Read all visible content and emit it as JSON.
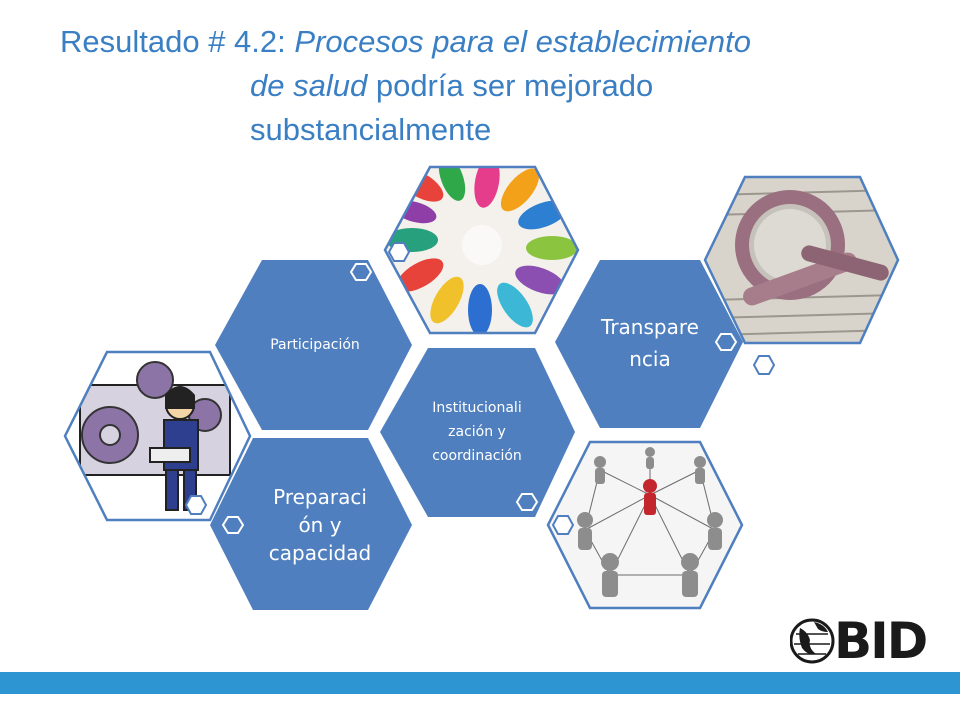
{
  "title": {
    "prefix": "Resultado # 4.2: ",
    "italic1": "Procesos para el establecimiento",
    "italic2": "de salud",
    "rest": " podría ser  mejorado",
    "line3": "substancialmente"
  },
  "hexagons": {
    "participacion": "Participación",
    "preparacion_1": "Preparaci",
    "preparacion_2": "ón y",
    "preparacion_3": "capacidad",
    "institucional_1": "Institucionali",
    "institucional_2": "zación y",
    "institucional_3": "coordinación",
    "transparencia_1": "Transpare",
    "transparencia_2": "ncia"
  },
  "logo": {
    "text": "BID"
  },
  "colors": {
    "title": "#3a7fc4",
    "hex_fill": "#4f7fbf",
    "bar": "#2e95d3",
    "logo": "#1a1a1a"
  }
}
